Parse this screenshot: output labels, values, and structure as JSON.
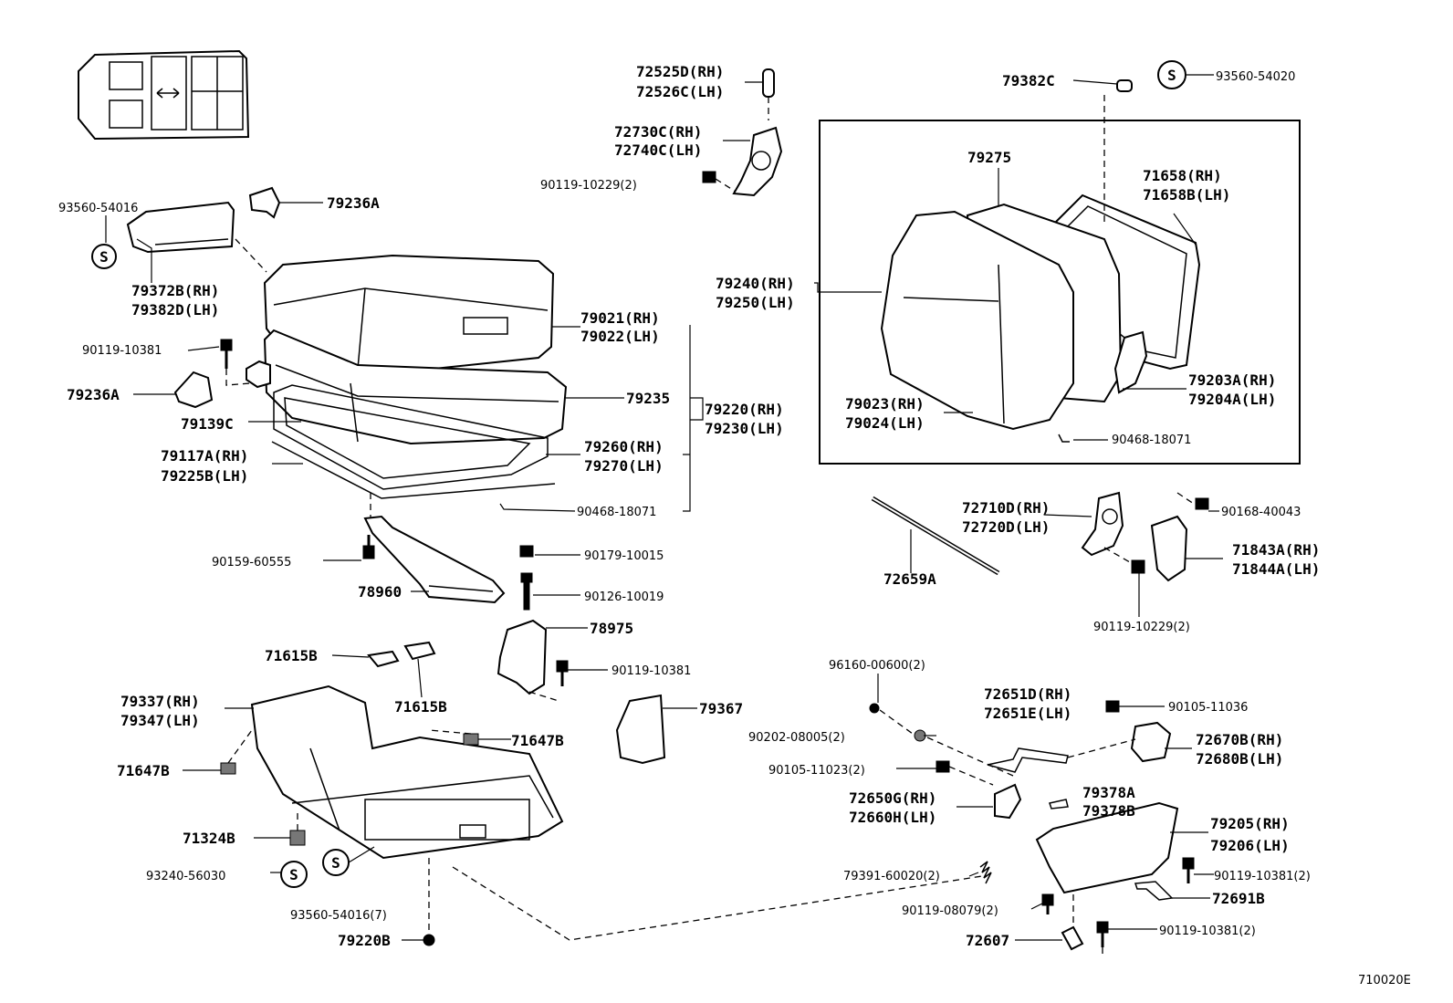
{
  "labels": {
    "l_72525D": "72525D(RH)",
    "l_72526C": "72526C(LH)",
    "l_72730C": "72730C(RH)",
    "l_72740C": "72740C(LH)",
    "l_90119_10229_top": "90119-10229(2)",
    "l_93560_54016": "93560-54016",
    "l_79236A_top": "79236A",
    "l_79372B": "79372B(RH)",
    "l_79382D": "79382D(LH)",
    "l_90119_10381_left": "90119-10381",
    "l_79236A_left": "79236A",
    "l_79139C": "79139C",
    "l_79117A": "79117A(RH)",
    "l_79225B": "79225B(LH)",
    "l_79021": "79021(RH)",
    "l_79022": "79022(LH)",
    "l_79235": "79235",
    "l_79220": "79220(RH)",
    "l_79230": "79230(LH)",
    "l_79260": "79260(RH)",
    "l_79270": "79270(LH)",
    "l_90468_18071_left": "90468-18071",
    "l_90159_60555": "90159-60555",
    "l_78960": "78960",
    "l_90179_10015": "90179-10015",
    "l_90126_10019": "90126-10019",
    "l_78975": "78975",
    "l_90119_10381_mid": "90119-10381",
    "l_71615B_a": "71615B",
    "l_71615B_b": "71615B",
    "l_79337": "79337(RH)",
    "l_79347": "79347(LH)",
    "l_71647B_right": "71647B",
    "l_71647B_left": "71647B",
    "l_79367": "79367",
    "l_71324B": "71324B",
    "l_93240_56030": "93240-56030",
    "l_93560_54016_7": "93560-54016(7)",
    "l_79220B": "79220B",
    "l_79382C": "79382C",
    "l_93560_54020": "93560-54020",
    "l_79275": "79275",
    "l_71658": "71658(RH)",
    "l_71658B": "71658B(LH)",
    "l_79240": "79240(RH)",
    "l_79250": "79250(LH)",
    "l_79203A": "79203A(RH)",
    "l_79204A": "79204A(LH)",
    "l_79023": "79023(RH)",
    "l_79024": "79024(LH)",
    "l_90468_18071_right": "90468-18071",
    "l_72710D": "72710D(RH)",
    "l_72720D": "72720D(LH)",
    "l_72659A": "72659A",
    "l_90168_40043": "90168-40043",
    "l_71843A": "71843A(RH)",
    "l_71844A": "71844A(LH)",
    "l_90119_10229_right": "90119-10229(2)",
    "l_96160_00600": "96160-00600(2)",
    "l_72651D": "72651D(RH)",
    "l_72651E": "72651E(LH)",
    "l_90105_11036": "90105-11036",
    "l_90202_08005": "90202-08005(2)",
    "l_72670B": "72670B(RH)",
    "l_72680B": "72680B(LH)",
    "l_90105_11023": "90105-11023(2)",
    "l_72650G": "72650G(RH)",
    "l_72660H": "72660H(LH)",
    "l_79378A": "79378A",
    "l_79378B": "79378B",
    "l_79205": "79205(RH)",
    "l_79206": "79206(LH)",
    "l_79391_60020": "79391-60020(2)",
    "l_90119_10381_r1": "90119-10381(2)",
    "l_90119_08079": "90119-08079(2)",
    "l_72691B": "72691B",
    "l_72607": "72607",
    "l_90119_10381_r2": "90119-10381(2)",
    "l_figure_no": "710020E"
  },
  "symbols": {
    "s_mark": "S"
  }
}
